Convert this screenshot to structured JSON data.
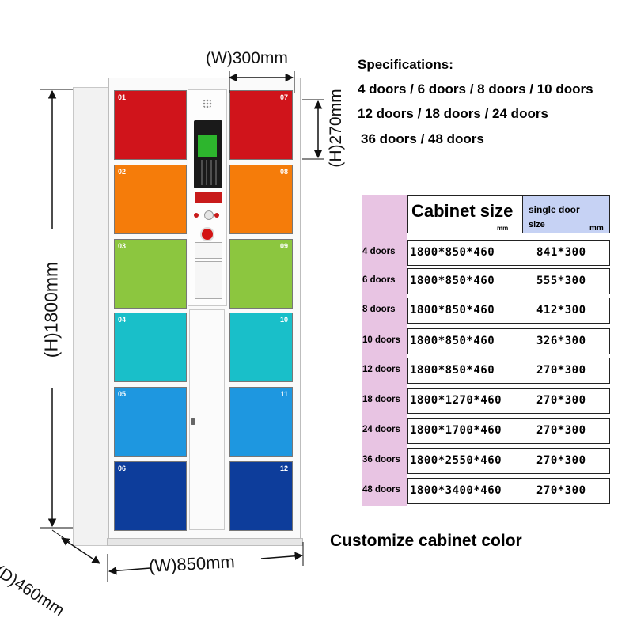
{
  "dimensions": {
    "door_width": "(W)300mm",
    "door_height": "(H)270mm",
    "cabinet_height": "(H)1800mm",
    "cabinet_width": "(W)850mm",
    "cabinet_depth": "(D)460mm"
  },
  "left_doors": [
    {
      "num": "01",
      "color": "#d0141b"
    },
    {
      "num": "02",
      "color": "#f57c0a"
    },
    {
      "num": "03",
      "color": "#8cc63f"
    },
    {
      "num": "04",
      "color": "#19bfc9"
    },
    {
      "num": "05",
      "color": "#1e97e0"
    },
    {
      "num": "06",
      "color": "#0d3d9b"
    }
  ],
  "right_doors": [
    {
      "num": "07",
      "color": "#d0141b"
    },
    {
      "num": "08",
      "color": "#f57c0a"
    },
    {
      "num": "09",
      "color": "#8cc63f"
    },
    {
      "num": "10",
      "color": "#19bfc9"
    },
    {
      "num": "11",
      "color": "#1e97e0"
    },
    {
      "num": "12",
      "color": "#0d3d9b"
    }
  ],
  "specifications": {
    "title": "Specifications:",
    "line1": "4 doors / 6 doors / 8 doors / 10 doors",
    "line2": "12 doors / 18 doors / 24 doors",
    "line3": "36 doors / 48 doors"
  },
  "table": {
    "header": {
      "cabinet_size": "Cabinet size",
      "cabinet_unit": "mm",
      "door_size_line1": "single door",
      "door_size_line2": "size",
      "door_unit": "mm"
    },
    "header_colors": {
      "pink": "#e8c4e3",
      "blue": "#c6d2f4"
    },
    "rows": [
      {
        "label": "4 doors",
        "cabinet": "1800*850*460",
        "door": "841*300"
      },
      {
        "label": "6 doors",
        "cabinet": "1800*850*460",
        "door": "555*300"
      },
      {
        "label": "8 doors",
        "cabinet": "1800*850*460",
        "door": "412*300"
      },
      {
        "label": "10 doors",
        "cabinet": "1800*850*460",
        "door": "326*300"
      },
      {
        "label": "12 doors",
        "cabinet": "1800*850*460",
        "door": "270*300"
      },
      {
        "label": "18 doors",
        "cabinet": "1800*1270*460",
        "door": "270*300"
      },
      {
        "label": "24 doors",
        "cabinet": "1800*1700*460",
        "door": "270*300"
      },
      {
        "label": "36 doors",
        "cabinet": "1800*2550*460",
        "door": "270*300"
      },
      {
        "label": "48 doors",
        "cabinet": "1800*3400*460",
        "door": "270*300"
      }
    ]
  },
  "footer": "Customize cabinet color"
}
